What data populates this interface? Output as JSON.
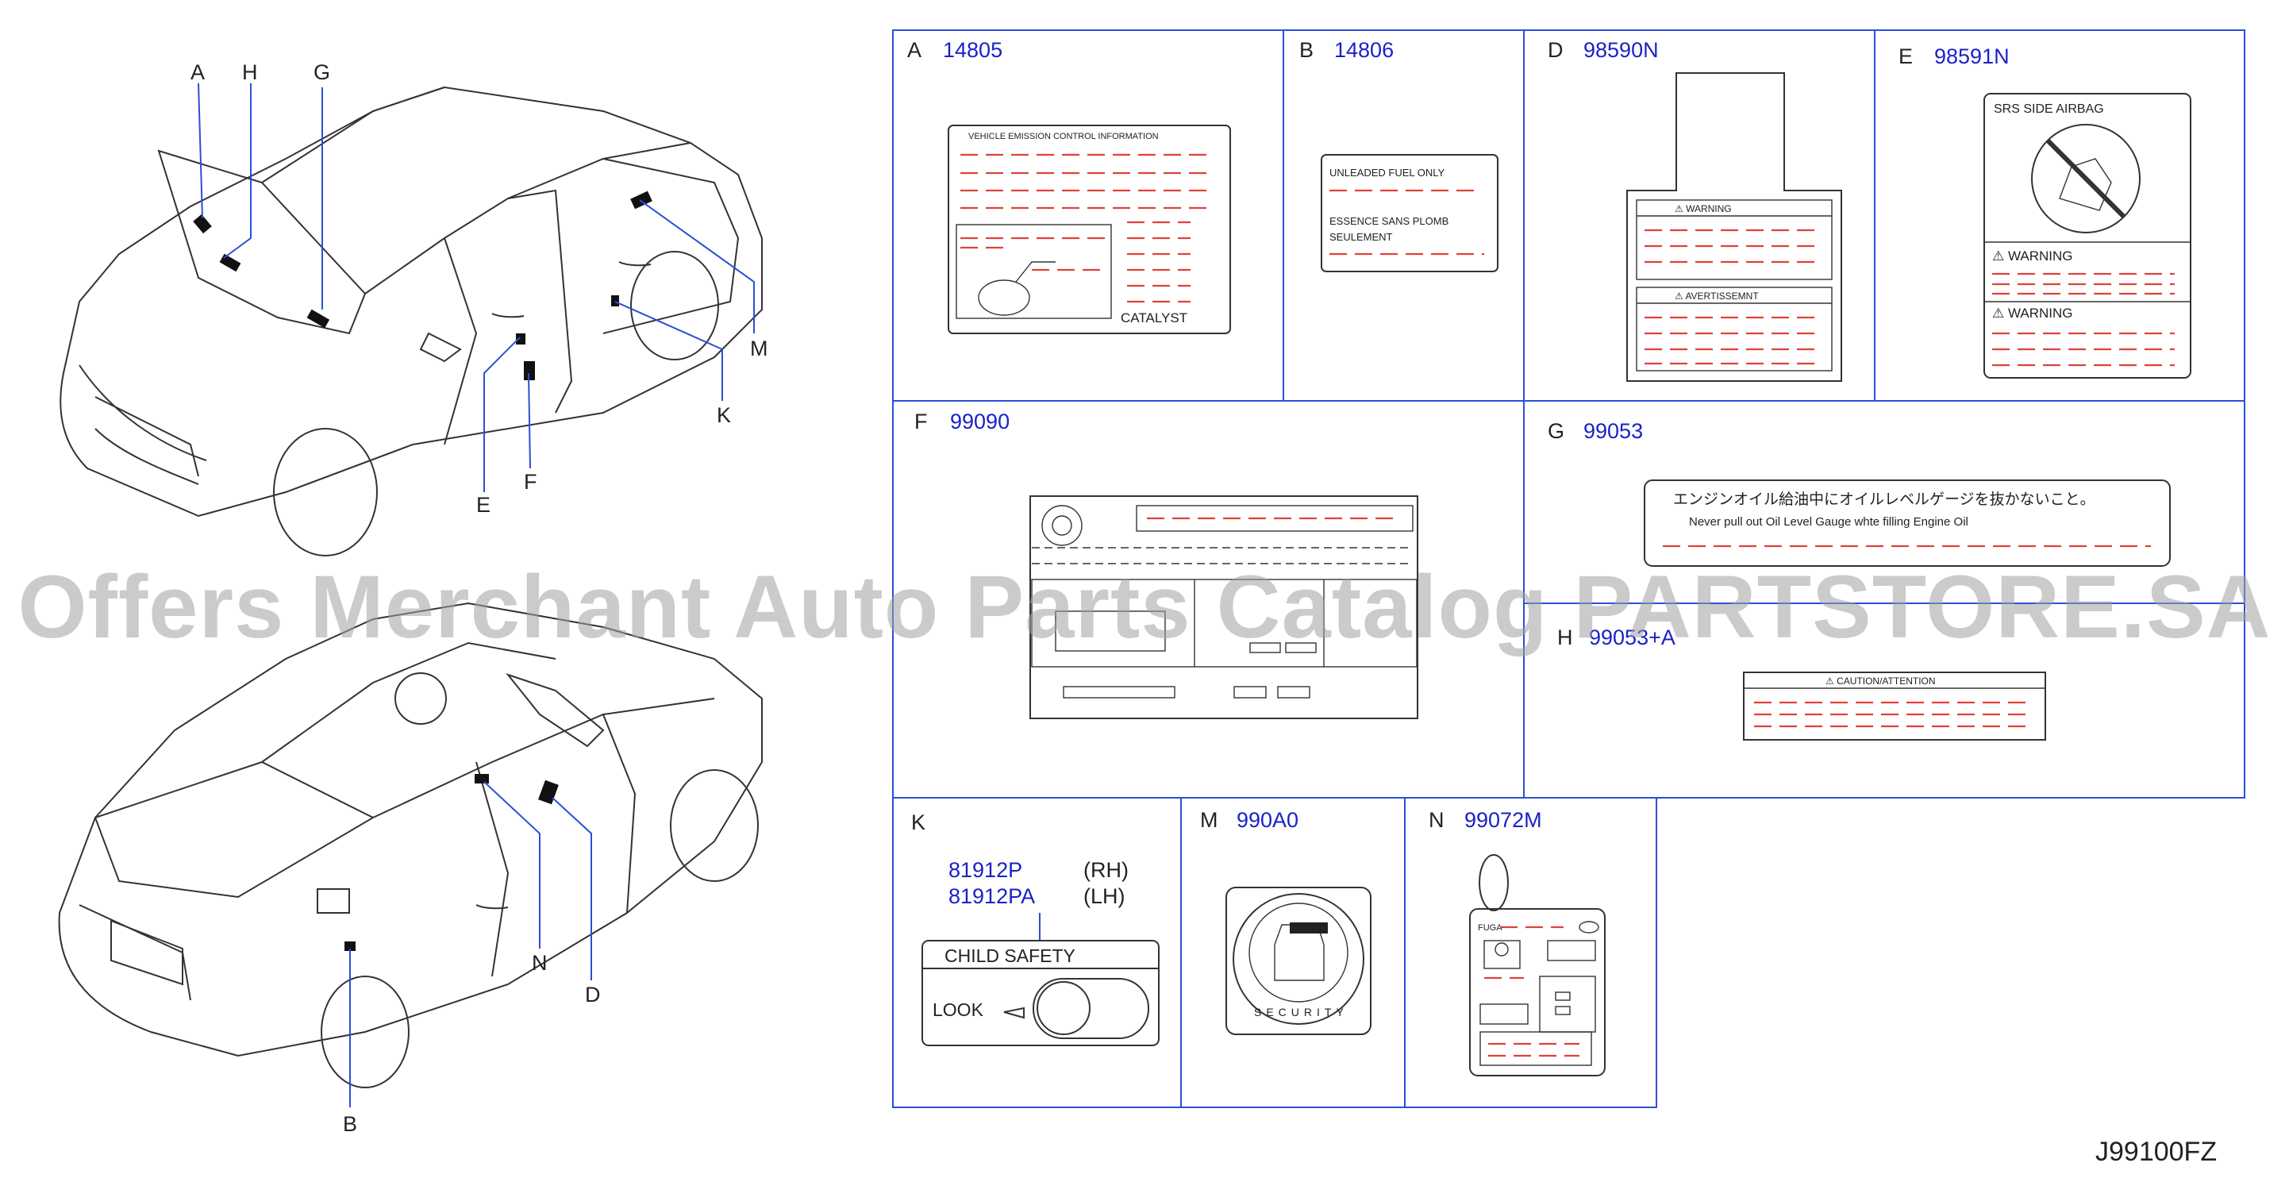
{
  "car_callouts": [
    "A",
    "H",
    "G",
    "M",
    "K",
    "E",
    "F",
    "N",
    "D",
    "B"
  ],
  "cells": {
    "A": {
      "letter": "A",
      "code": "14805",
      "line1": "VEHICLE    EMISSION    CONTROL    INFORMATION",
      "catalyst": "CATALYST"
    },
    "B": {
      "letter": "B",
      "code": "14806",
      "line1": "UNLEADED    FUEL    ONLY",
      "line2": "ESSENCE    SANS    PLOMB",
      "line3": "SEULEMENT"
    },
    "D": {
      "letter": "D",
      "code": "98590N",
      "warn": "WARNING",
      "avert": "AVERTISSEMNT"
    },
    "E": {
      "letter": "E",
      "code": "98591N",
      "srs": "SRS     SIDE     AIRBAG",
      "warn1": "WARNING",
      "warn2": "WARNING"
    },
    "F": {
      "letter": "F",
      "code": "99090"
    },
    "G": {
      "letter": "G",
      "code": "99053",
      "jp": "エンジンオイル給油中にオイルレベルゲージを抜かないこと。",
      "en": "Never    pull    out    Oil    Level    Gauge    whte    filling    Engine    Oil"
    },
    "H": {
      "letter": "H",
      "code": "99053+A",
      "caution": "CAUTION/ATTENTION"
    },
    "K": {
      "letter": "K",
      "code_rh": "81912P",
      "rh": "(RH)",
      "code_lh": "81912PA",
      "lh": "(LH)",
      "child": "CHILD     SAFETY",
      "look": "LOOK"
    },
    "M": {
      "letter": "M",
      "code": "990A0",
      "security": "SECURITY"
    },
    "N": {
      "letter": "N",
      "code": "99072M",
      "fuga": "FUGA"
    }
  },
  "watermark": "Offers Merchant Auto Parts Catalog PARTSTORE.SA",
  "diagram_id": "J99100FZ"
}
